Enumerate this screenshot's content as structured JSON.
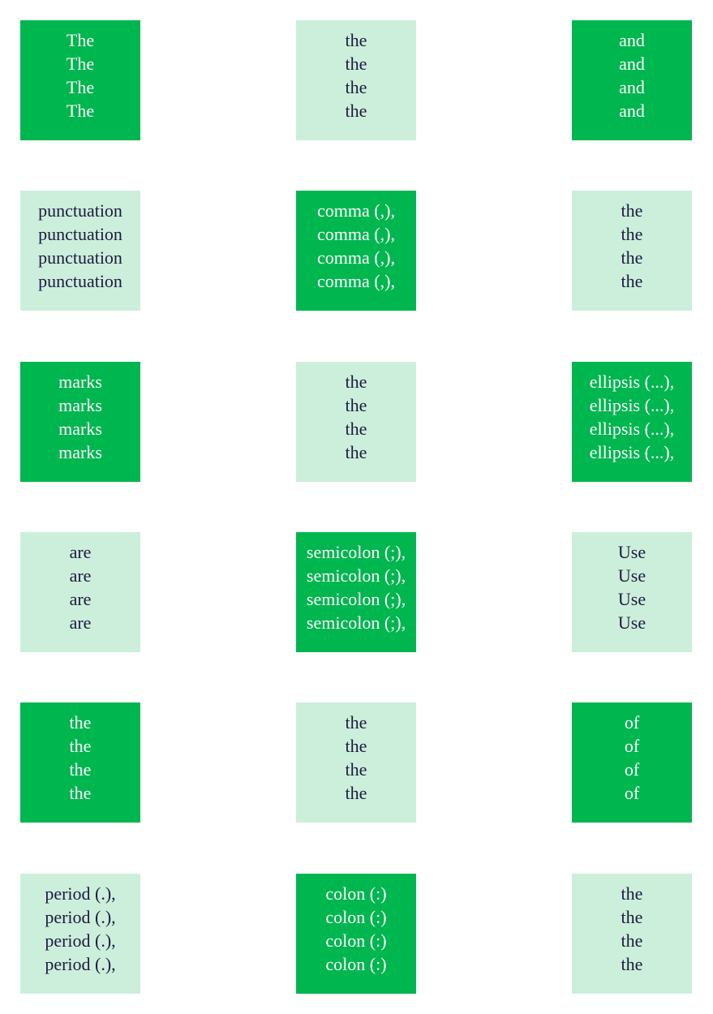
{
  "colors": {
    "dark_tile": "#00b64f",
    "light_tile": "#ccefdc",
    "dark_text": "#ffffff",
    "light_text": "#1e1a3e"
  },
  "tiles": [
    {
      "word": "The",
      "style": "dark"
    },
    {
      "word": "the",
      "style": "light"
    },
    {
      "word": "and",
      "style": "dark"
    },
    {
      "word": "punctuation",
      "style": "light"
    },
    {
      "word": "comma (,),",
      "style": "dark"
    },
    {
      "word": "the",
      "style": "light"
    },
    {
      "word": "marks",
      "style": "dark"
    },
    {
      "word": "the",
      "style": "light"
    },
    {
      "word": "ellipsis (...),",
      "style": "dark"
    },
    {
      "word": "are",
      "style": "light"
    },
    {
      "word": "semicolon (;),",
      "style": "dark"
    },
    {
      "word": "Use",
      "style": "light"
    },
    {
      "word": "the",
      "style": "dark"
    },
    {
      "word": "the",
      "style": "light"
    },
    {
      "word": "of",
      "style": "dark"
    },
    {
      "word": "period (.),",
      "style": "light"
    },
    {
      "word": "colon (:)",
      "style": "dark"
    },
    {
      "word": "the",
      "style": "light"
    }
  ]
}
